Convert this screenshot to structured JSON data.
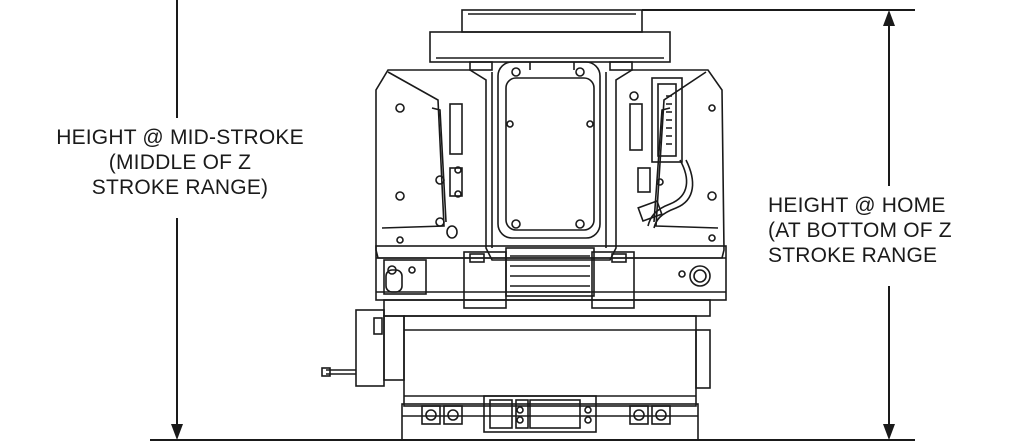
{
  "dimensions": {
    "mid_stroke": {
      "lines": [
        "HEIGHT @ MID-STROKE",
        "(MIDDLE OF Z",
        "STROKE RANGE)"
      ]
    },
    "home": {
      "lines": [
        "HEIGHT @ HOME",
        "(AT BOTTOM OF Z",
        "STROKE RANGE"
      ]
    }
  },
  "colors": {
    "line": "#1a1a1a",
    "background": "#ffffff"
  }
}
